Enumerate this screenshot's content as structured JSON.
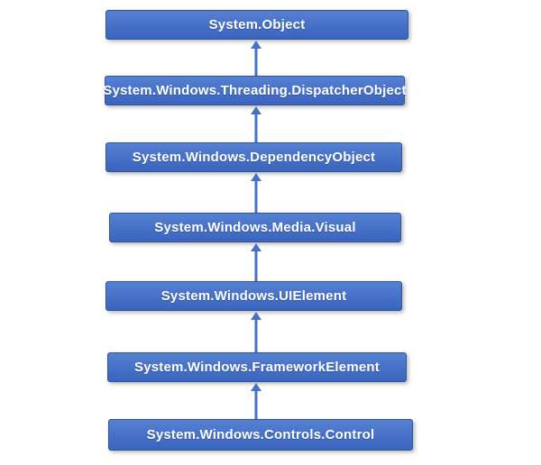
{
  "colors": {
    "background": "#FFFFFF",
    "box_fill_top": "#5580D2",
    "box_fill_bottom": "#3A64BE",
    "box_border": "#2F5597",
    "arrow": "#4472C4",
    "text": "#FFFFFF"
  },
  "diagram": {
    "kind": "class-inheritance-hierarchy",
    "nodes": [
      {
        "label": "System.Object"
      },
      {
        "label": "System.Windows.Threading.DispatcherObject"
      },
      {
        "label": "System.Windows.DependencyObject"
      },
      {
        "label": "System.Windows.Media.Visual"
      },
      {
        "label": "System.Windows.UIElement"
      },
      {
        "label": "System.Windows.FrameworkElement"
      },
      {
        "label": "System.Windows.Controls.Control"
      }
    ],
    "edges": [
      {
        "from": "System.Windows.Threading.DispatcherObject",
        "to": "System.Object",
        "direction": "up"
      },
      {
        "from": "System.Windows.DependencyObject",
        "to": "System.Windows.Threading.DispatcherObject",
        "direction": "up"
      },
      {
        "from": "System.Windows.Media.Visual",
        "to": "System.Windows.DependencyObject",
        "direction": "up"
      },
      {
        "from": "System.Windows.UIElement",
        "to": "System.Windows.Media.Visual",
        "direction": "up"
      },
      {
        "from": "System.Windows.FrameworkElement",
        "to": "System.Windows.UIElement",
        "direction": "up"
      },
      {
        "from": "System.Windows.Controls.Control",
        "to": "System.Windows.FrameworkElement",
        "direction": "up"
      }
    ]
  }
}
